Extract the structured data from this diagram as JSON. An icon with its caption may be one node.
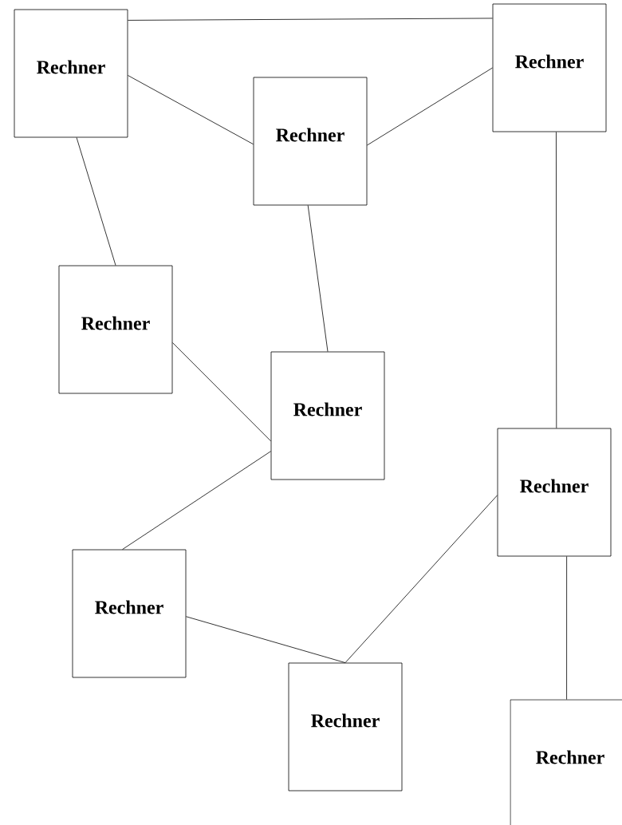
{
  "diagram": {
    "nodes": [
      {
        "text": [
          "Rechner"
        ]
      },
      {
        "text": [
          "Rechner"
        ]
      },
      {
        "text": [
          "Rechner"
        ]
      },
      {
        "text": [
          "Rechner"
        ]
      },
      {
        "text": [
          "Rechner"
        ]
      },
      {
        "text": [
          "Rechner"
        ]
      },
      {
        "text": [
          "Rechner"
        ]
      },
      {
        "text": [
          "Rechner"
        ]
      },
      {
        "text": [
          "Rechner"
        ]
      }
    ],
    "edges": [
      {
        "from": 0,
        "to": 1,
        "arrow": "none"
      },
      {
        "from": 0,
        "to": 2,
        "arrow": "none"
      },
      {
        "from": 2,
        "to": 1,
        "arrow": "none"
      },
      {
        "from": 0,
        "to": 3,
        "arrow": "none"
      },
      {
        "from": 2,
        "to": 4,
        "arrow": "none"
      },
      {
        "from": 3,
        "to": 4,
        "arrow": "none"
      },
      {
        "from": 4,
        "to": 6,
        "arrow": "none"
      },
      {
        "from": 1,
        "to": 5,
        "arrow": "none"
      },
      {
        "from": 5,
        "to": 7,
        "arrow": "none"
      },
      {
        "from": 6,
        "to": 7,
        "arrow": "none"
      },
      {
        "from": 5,
        "to": 8,
        "arrow": "none"
      }
    ]
  }
}
